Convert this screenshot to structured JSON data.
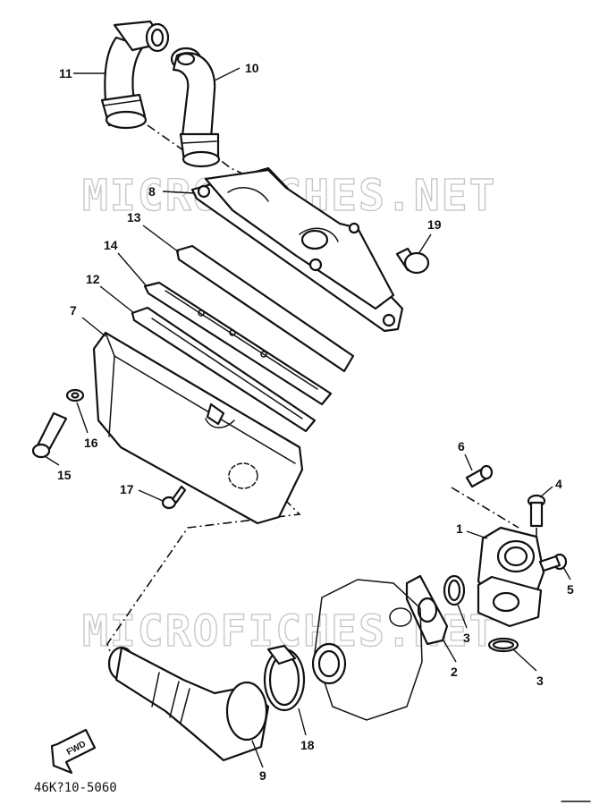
{
  "watermarks": [
    "MICROFICHES.NET",
    "MICROFICHES.NET"
  ],
  "callouts": [
    "11",
    "10",
    "8",
    "13",
    "19",
    "14",
    "12",
    "7",
    "16",
    "15",
    "17",
    "6",
    "4",
    "1",
    "5",
    "3",
    "2",
    "3",
    "18",
    "9"
  ],
  "direction_label": "FWD",
  "drawing_code": "46K?10-5060"
}
